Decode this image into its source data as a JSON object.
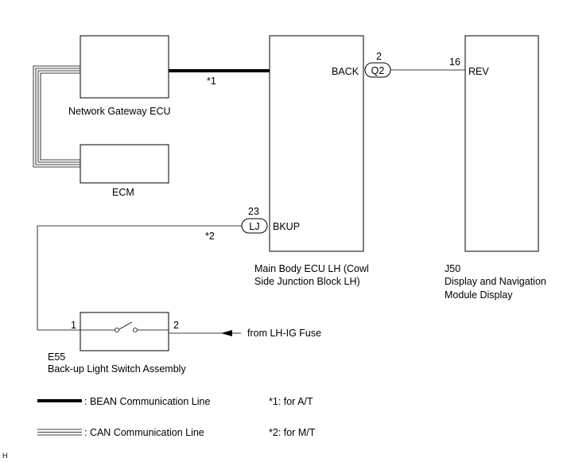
{
  "components": {
    "gateway": {
      "label": "Network Gateway ECU"
    },
    "ecm": {
      "label": "ECM"
    },
    "main_body": {
      "label_line1": "Main Body ECU LH (Cowl",
      "label_line2": "Side Junction Block LH)"
    },
    "display": {
      "code": "J50",
      "label_line1": "Display and Navigation",
      "label_line2": "Module Display"
    },
    "switch": {
      "code": "E55",
      "label": "Back-up Light Switch Assembly"
    }
  },
  "connectors": {
    "q2": {
      "name": "Q2",
      "pin": "2",
      "terminal": "BACK"
    },
    "lj": {
      "name": "LJ",
      "pin": "23",
      "terminal": "BKUP"
    },
    "rev": {
      "pin": "16",
      "terminal": "REV"
    },
    "switch_pin1": "1",
    "switch_pin2": "2"
  },
  "notes": {
    "bean_wire_tag": "*1",
    "mt_wire_tag": "*2",
    "fuse_source": "from LH-IG Fuse"
  },
  "legend": {
    "bean": ": BEAN Communication Line",
    "can": ": CAN Communication Line",
    "note1": "*1: for A/T",
    "note2": "*2: for M/T"
  },
  "footer_mark": "H"
}
